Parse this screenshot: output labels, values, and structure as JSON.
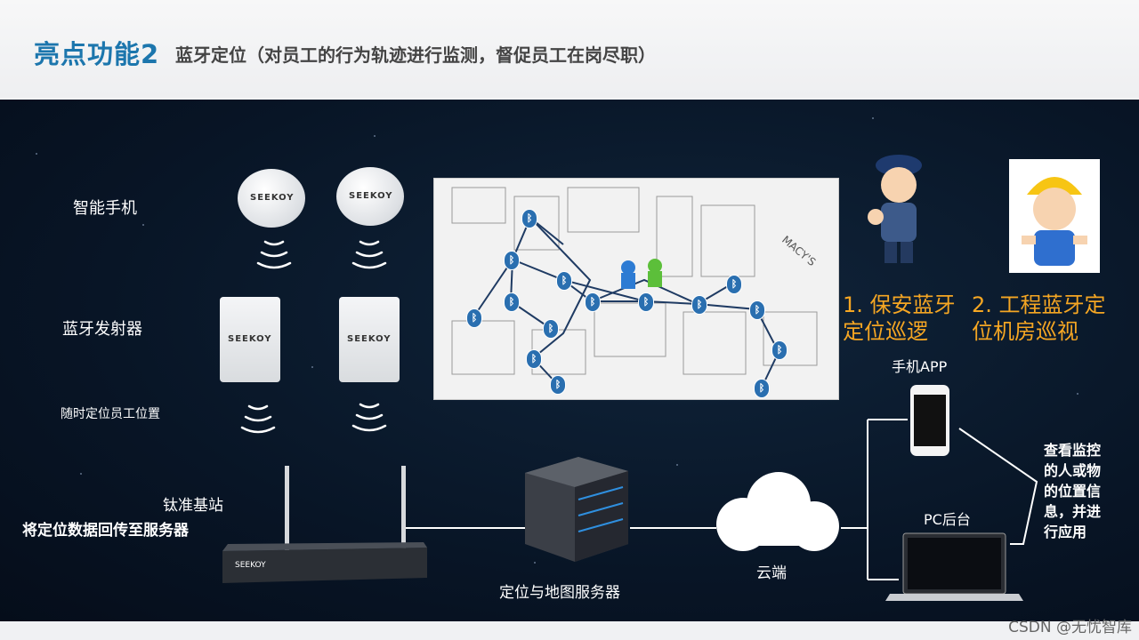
{
  "header": {
    "title_main": "亮点功能2",
    "title_sub": "蓝牙定位（对员工的行为轨迹进行监测，督促员工在岗尽职）"
  },
  "left_labels": {
    "phone": "智能手机",
    "beacon": "蓝牙发射器",
    "locate": "随时定位员工位置",
    "station": "钛准基站",
    "station_desc": "将定位数据回传至服务器"
  },
  "devices": {
    "brand": "SEEKOY"
  },
  "map": {
    "label": "MACY'S"
  },
  "roles": {
    "security": "1. 保安蓝牙定位巡逻",
    "security_line1": "1. 保安蓝牙",
    "security_line2": "定位巡逻",
    "engineer_line1": "2. 工程蓝牙定",
    "engineer_line2": "位机房巡视"
  },
  "right": {
    "app": "手机APP",
    "pc": "PC后台",
    "desc_lines": [
      "查看监控",
      "的人或物",
      "的位置信",
      "息，并进",
      "行应用"
    ]
  },
  "bottom": {
    "server": "定位与地图服务器",
    "cloud": "云端"
  },
  "watermark": "CSDN @无忧智库",
  "colors": {
    "title": "#1c76ad",
    "accent_orange": "#f5a623",
    "panel_bg": "#081526",
    "bluetooth": "#2a6fb0"
  }
}
